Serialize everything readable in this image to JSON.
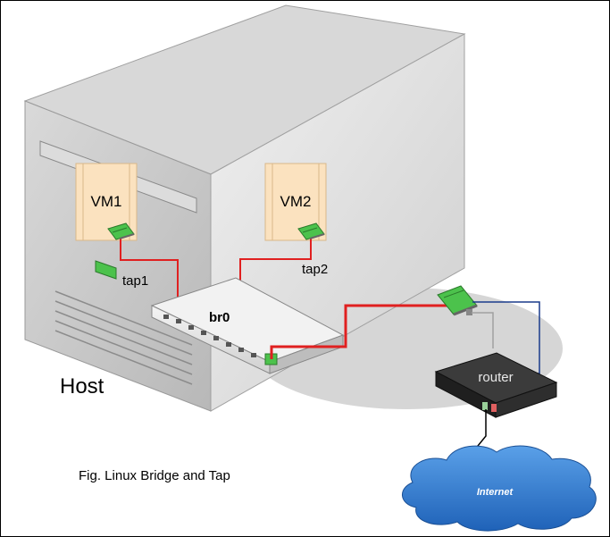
{
  "diagram": {
    "host_label": "Host",
    "vms": [
      {
        "label": "VM1"
      },
      {
        "label": "VM2"
      }
    ],
    "taps": [
      {
        "label": "tap1"
      },
      {
        "label": "tap2"
      }
    ],
    "bridge_label": "br0",
    "router_label": "router",
    "internet_label": "Internet",
    "caption": "Fig. Linux Bridge and Tap",
    "colors": {
      "tower_front": "#c8c8c8",
      "tower_side": "#e2e2e2",
      "tower_top": "#d4d4d4",
      "vm_fill": "#fbe2bf",
      "nic_green": "#4cc24c",
      "link_red": "#e02020",
      "link_blue": "#1a3c8c",
      "cloud_blue": "#2d76cc",
      "router_dark": "#2a2a2a"
    }
  }
}
